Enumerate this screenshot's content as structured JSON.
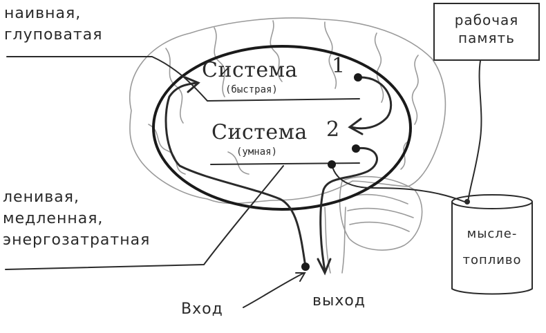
{
  "labels": {
    "naive": [
      "наивная,",
      "глуповатая"
    ],
    "lazy": [
      "ленивая,",
      "медленная,",
      "энергозатратная"
    ],
    "system1_title": "Система",
    "system1_number": "1",
    "system1_sub": "(быстрая)",
    "system2_title": "Система",
    "system2_number": "2",
    "system2_sub": "(умная)",
    "working_memory": [
      "рабочая",
      "память"
    ],
    "fuel": [
      "мысле-",
      "топливо"
    ],
    "input": "Вход",
    "output": "выход"
  },
  "colors": {
    "ink": "#2a2a2a",
    "brain_sketch": "#9a9a9a",
    "background": "#ffffff"
  }
}
